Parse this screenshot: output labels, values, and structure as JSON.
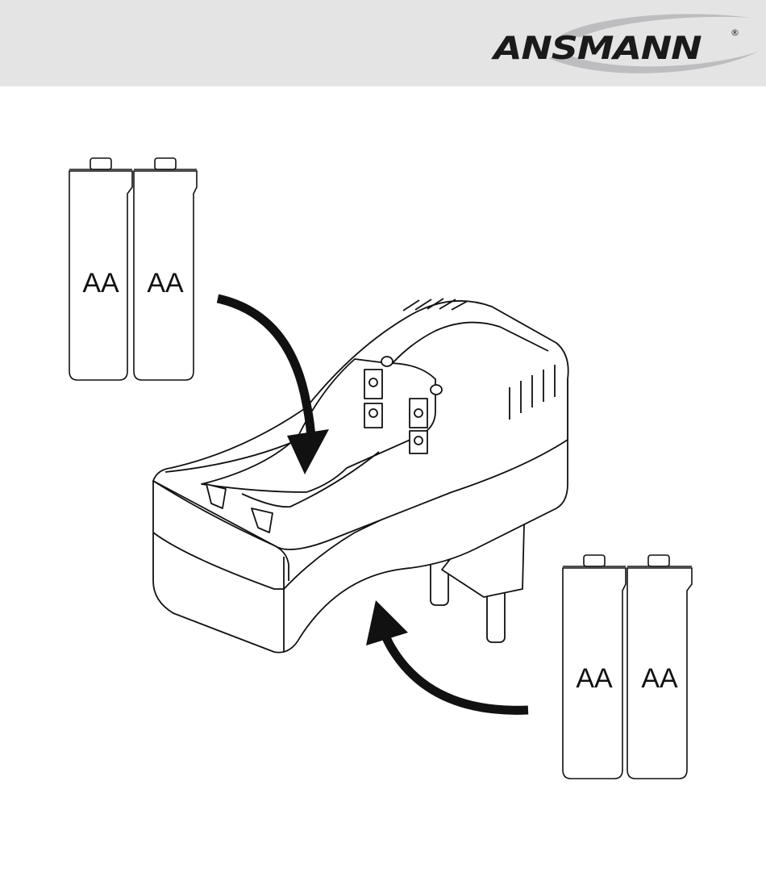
{
  "header": {
    "brand": "ANSMANN",
    "registered_mark": "®",
    "background_color": "#e4e4e5"
  },
  "diagram": {
    "battery_groups": [
      {
        "cells": [
          {
            "label": "AA"
          },
          {
            "label": "AA"
          }
        ]
      },
      {
        "cells": [
          {
            "label": "AA"
          },
          {
            "label": "AA"
          }
        ]
      }
    ],
    "icons": [
      "charger-icon",
      "arrow-icon",
      "plug-icon",
      "battery-icon"
    ],
    "line_color": "#111111"
  }
}
